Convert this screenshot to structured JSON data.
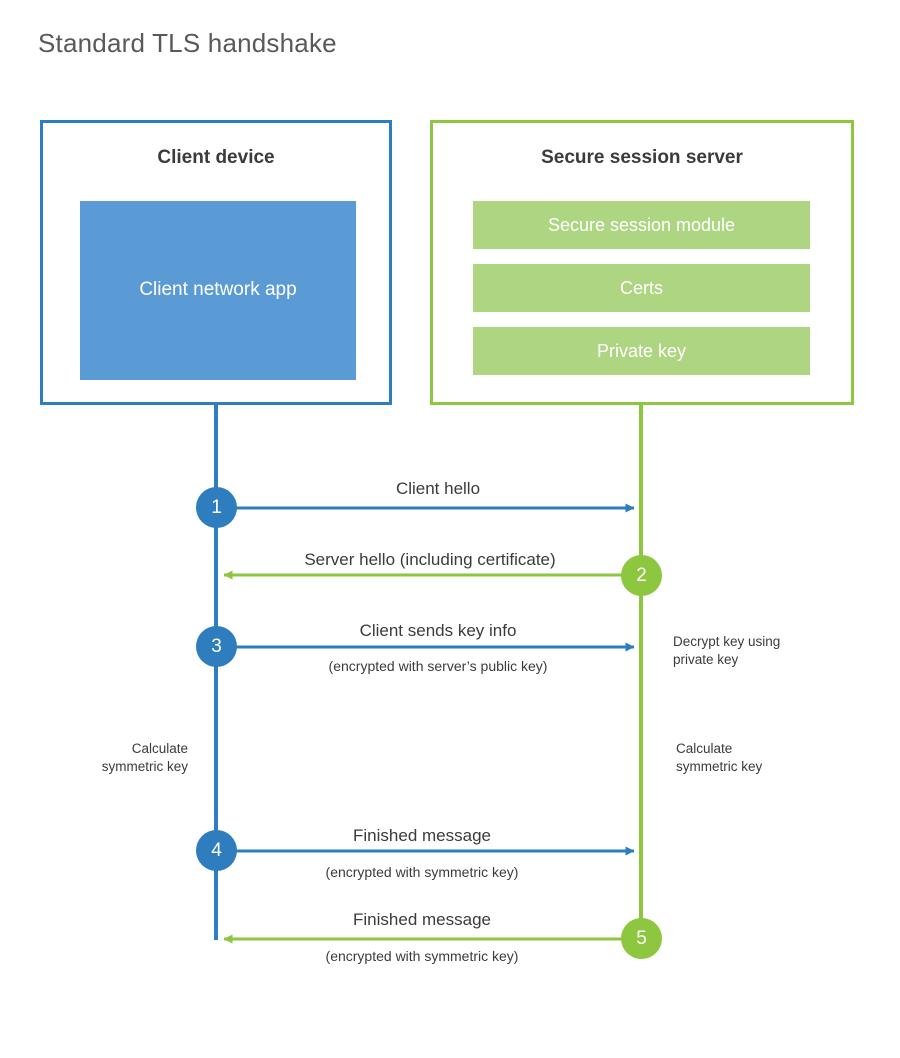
{
  "title": "Standard TLS handshake",
  "colors": {
    "client_border": "#2e7dbe",
    "client_fill": "#5b9bd5",
    "server_border": "#8dc63f",
    "server_fill": "#aed581",
    "text": "#3b3b3b",
    "title_text": "#58595b"
  },
  "client": {
    "title": "Client device",
    "app_label": "Client network app"
  },
  "server": {
    "title": "Secure session server",
    "blocks": [
      {
        "label": "Secure session module"
      },
      {
        "label": "Certs"
      },
      {
        "label": "Private key"
      }
    ]
  },
  "steps": [
    {
      "number": "1",
      "direction": "client-to-server",
      "color": "blue",
      "main": "Client hello",
      "sub": ""
    },
    {
      "number": "2",
      "direction": "server-to-client",
      "color": "green",
      "main": "Server hello (including certificate)",
      "sub": ""
    },
    {
      "number": "3",
      "direction": "client-to-server",
      "color": "blue",
      "main": "Client sends key info",
      "sub": "(encrypted with server’s public key)"
    },
    {
      "number": "4",
      "direction": "client-to-server",
      "color": "blue",
      "main": "Finished message",
      "sub": "(encrypted with symmetric key)"
    },
    {
      "number": "5",
      "direction": "server-to-client",
      "color": "green",
      "main": "Finished message",
      "sub": "(encrypted with symmetric key)"
    }
  ],
  "annotations": {
    "decrypt_key": "Decrypt key using\nprivate key",
    "client_calculate": "Calculate\nsymmetric key",
    "server_calculate": "Calculate\nsymmetric key"
  }
}
